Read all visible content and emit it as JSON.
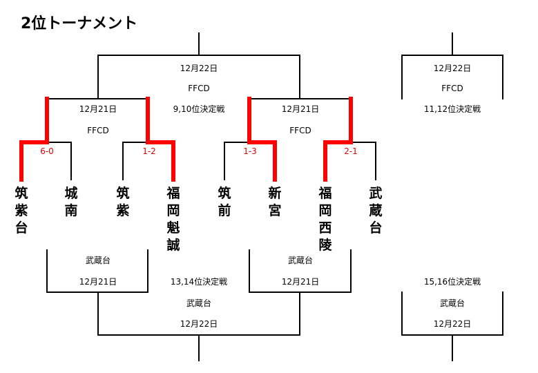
{
  "title": "2位トーナメント",
  "colors": {
    "line": "#000000",
    "winner": "#ff0000",
    "score": "#e00000"
  },
  "teams": [
    "筑紫台",
    "城南",
    "筑紫",
    "福岡魁誠",
    "筑前",
    "新宮",
    "福岡西陵",
    "武蔵台"
  ],
  "scores": {
    "m1": "6-0",
    "m2": "1-2",
    "m3": "1-3",
    "m4": "2-1"
  },
  "labels": {
    "left_semi_date": "12月21日",
    "left_semi_venue": "FFCD",
    "right_semi_date": "12月21日",
    "right_semi_venue": "FFCD",
    "final_date": "12月22日",
    "final_venue": "FFCD",
    "place_9_10": "9,10位決定戦",
    "b11_date": "12月22日",
    "b11_venue": "FFCD",
    "place_11_12": "11,12位決定戦",
    "bl_left_venue": "武蔵台",
    "bl_left_date": "12月21日",
    "bl_right_venue": "武蔵台",
    "bl_right_date": "12月21日",
    "place_13_14": "13,14位決定戦",
    "bl_bottom_venue": "武蔵台",
    "bl_bottom_date": "12月22日",
    "place_15_16": "15,16位決定戦",
    "b15_venue": "武蔵台",
    "b15_date": "12月22日"
  }
}
